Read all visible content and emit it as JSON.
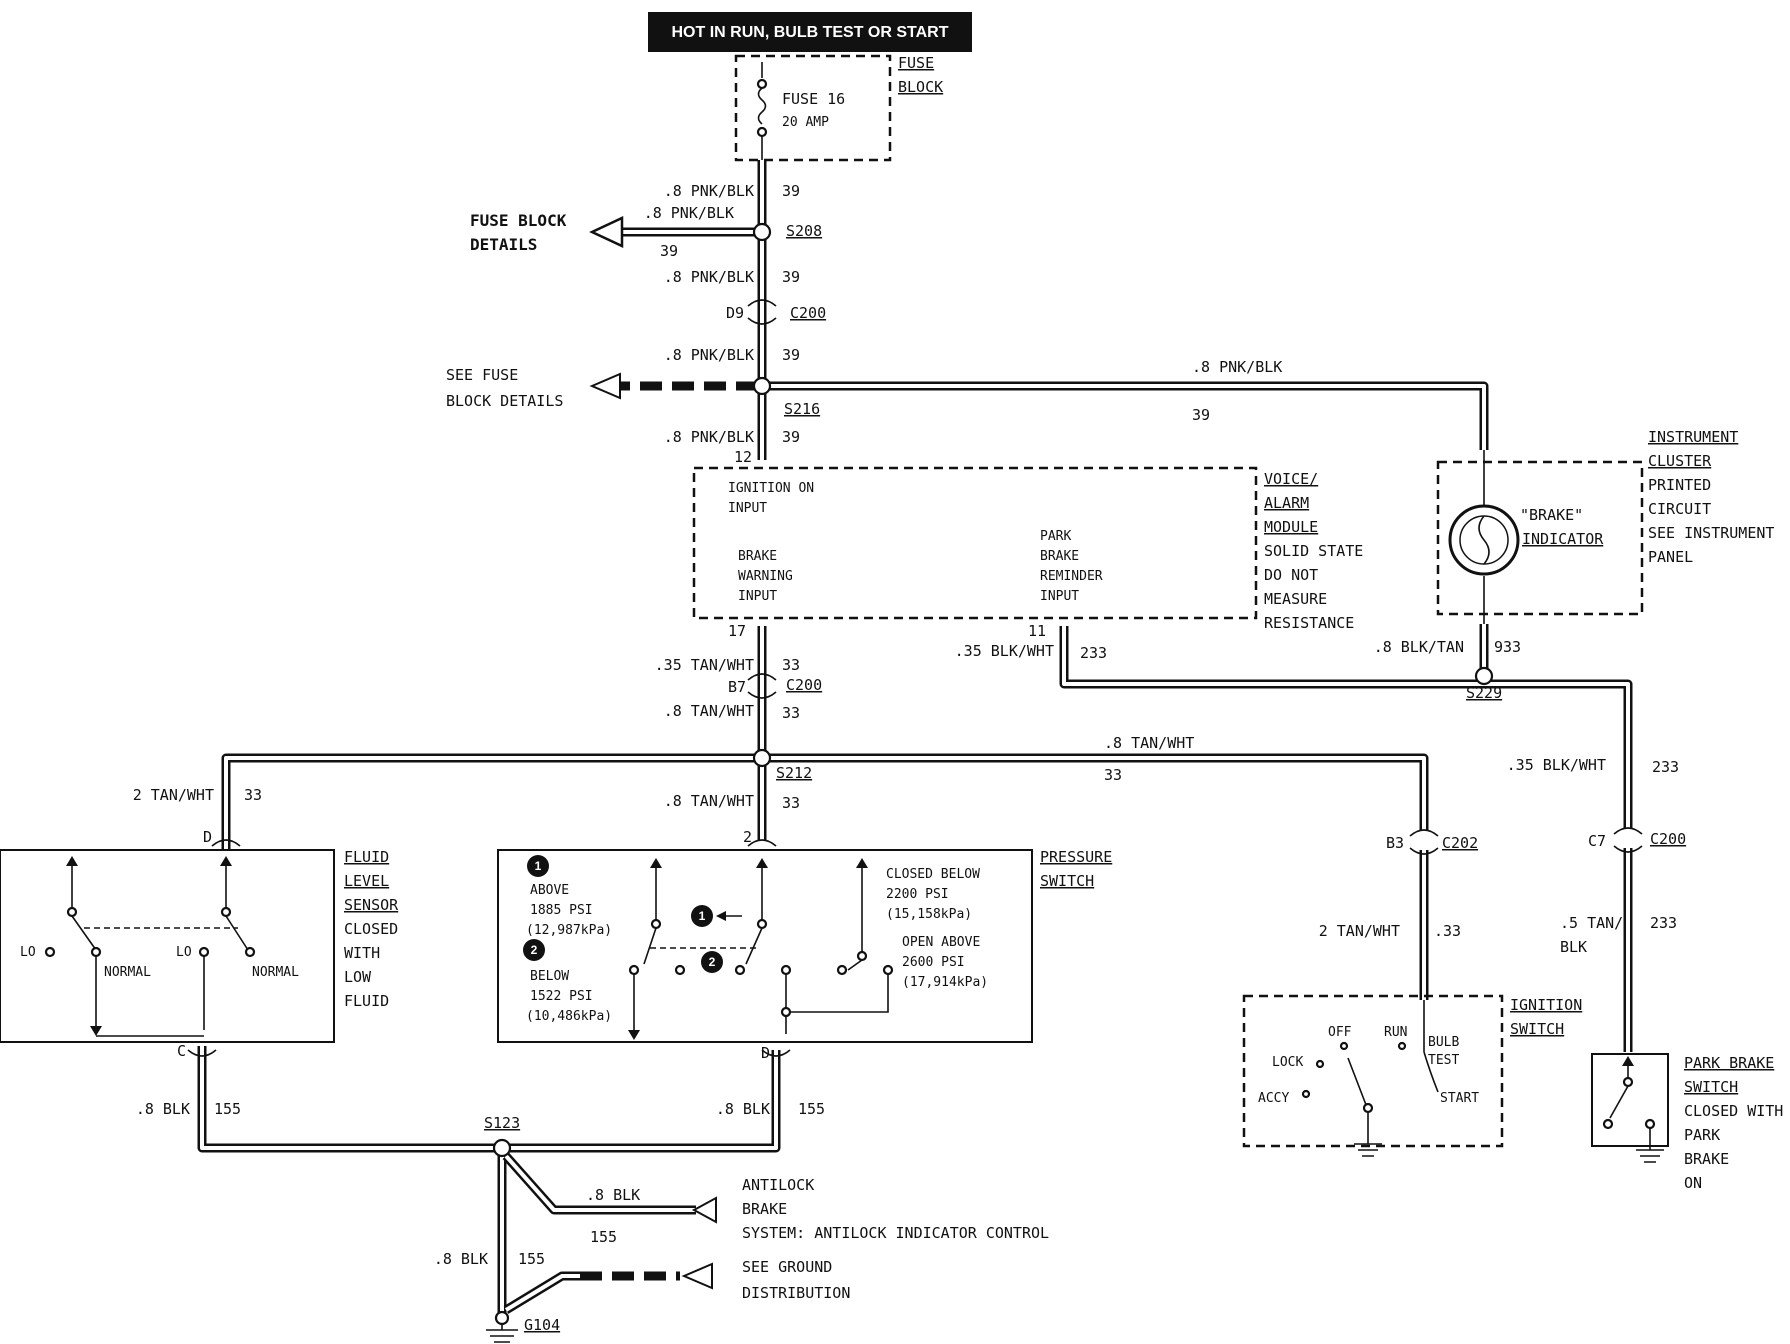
{
  "header": "HOT IN RUN, BULB TEST OR START",
  "fuse_block": {
    "title_1": "FUSE",
    "title_2": "BLOCK",
    "fuse_name": "FUSE 16",
    "fuse_rating": "20 AMP"
  },
  "wires": {
    "w1_color": ".8 PNK/BLK",
    "w1_ckt": "39",
    "w2_color": ".8 PNK/BLK",
    "w2_ckt": "39",
    "w3_color": ".8 PNK/BLK",
    "w3_ckt": "39",
    "w4_color": ".8 PNK/BLK",
    "w4_ckt": "39",
    "w5_color": ".8 PNK/BLK",
    "w5_ckt": "39",
    "w6_color": ".8 PNK/BLK",
    "w6_ckt": "39",
    "w7_color": ".35 TAN/WHT",
    "w7_ckt": "33",
    "w8_color": ".8 TAN/WHT",
    "w8_ckt": "33",
    "w9_color": ".8 TAN/WHT",
    "w9_ckt": "33",
    "w10_color": ".8 TAN/WHT",
    "w10_ckt": "33",
    "w11_color": "2 TAN/WHT",
    "w11_ckt": "33",
    "w12_color": ".35 BLK/WHT",
    "w12_ckt": "233",
    "w13_color": ".8 BLK/TAN",
    "w13_ckt": "933",
    "w14_color": ".35 BLK/WHT",
    "w14_ckt": "233",
    "w15_color_1": ".5 TAN/",
    "w15_color_2": "BLK",
    "w15_ckt": "233",
    "w16_color": "2 TAN/WHT",
    "w16_ckt": ".33",
    "w17_color": ".8 BLK",
    "w17_ckt": "155",
    "w18_color": ".8 BLK",
    "w18_ckt": "155",
    "w19_color": ".8 BLK",
    "w19_ckt": "155",
    "w20_color": ".8 BLK",
    "w20_ckt": "155"
  },
  "splices": {
    "s208": "S208",
    "s216": "S216",
    "s212": "S212",
    "s229": "S229",
    "s123": "S123"
  },
  "connectors": {
    "c200_a_pin": "D9",
    "c200_a": "C200",
    "c200_b_pin": "B7",
    "c200_b": "C200",
    "c200_c_pin": "C7",
    "c200_c": "C200",
    "c202_pin": "B3",
    "c202": "C202",
    "vam_pin_top": "12",
    "vam_pin_17": "17",
    "vam_pin_11": "11",
    "ps_pin_top": "2",
    "ps_pin_bot": "D",
    "fl_pin_top": "D",
    "fl_pin_bot": "C"
  },
  "refs": {
    "fuse_details_1": "FUSE BLOCK",
    "fuse_details_2": "DETAILS",
    "see_fuse_1": "SEE FUSE",
    "see_fuse_2": "BLOCK DETAILS",
    "abs_1": "ANTILOCK",
    "abs_2": "BRAKE",
    "abs_3": "SYSTEM: ANTILOCK INDICATOR CONTROL",
    "gnd_1": "SEE GROUND",
    "gnd_2": "DISTRIBUTION",
    "ground": "G104"
  },
  "voice_alarm": {
    "title_1": "VOICE/",
    "title_2": "ALARM",
    "title_3": "MODULE",
    "note_1": "SOLID STATE",
    "note_2": "DO NOT",
    "note_3": "MEASURE",
    "note_4": "RESISTANCE",
    "in1_a": "IGNITION ON",
    "in1_b": "INPUT",
    "in2_a": "BRAKE",
    "in2_b": "WARNING",
    "in2_c": "INPUT",
    "in3_a": "PARK",
    "in3_b": "BRAKE",
    "in3_c": "REMINDER",
    "in3_d": "INPUT"
  },
  "instrument_cluster": {
    "title_1": "INSTRUMENT",
    "title_2": "CLUSTER",
    "note_1": "PRINTED",
    "note_2": "CIRCUIT",
    "note_3": "SEE INSTRUMENT",
    "note_4": "PANEL",
    "ind_1": "\"BRAKE\"",
    "ind_2": "INDICATOR"
  },
  "fluid_level": {
    "title_1": "FLUID",
    "title_2": "LEVEL",
    "title_3": "SENSOR",
    "note_1": "CLOSED",
    "note_2": "WITH",
    "note_3": "LOW",
    "note_4": "FLUID",
    "lo_a": "LO",
    "normal_a": "NORMAL",
    "lo_b": "LO",
    "normal_b": "NORMAL"
  },
  "pressure_switch": {
    "title_1": "PRESSURE",
    "title_2": "SWITCH",
    "n1": "1",
    "n2": "2",
    "n1b": "1",
    "n2b": "2",
    "above_1": "ABOVE",
    "above_2": "1885 PSI",
    "above_3": "(12,987kPa)",
    "below_1": "BELOW",
    "below_2": "1522 PSI",
    "below_3": "(10,486kPa)",
    "closed_1": "CLOSED BELOW",
    "closed_2": "2200 PSI",
    "closed_3": "(15,158kPa)",
    "open_1": "OPEN ABOVE",
    "open_2": "2600 PSI",
    "open_3": "(17,914kPa)"
  },
  "ignition_switch": {
    "title_1": "IGNITION",
    "title_2": "SWITCH",
    "lock": "LOCK",
    "off": "OFF",
    "run": "RUN",
    "bulb_1": "BULB",
    "bulb_2": "TEST",
    "accy": "ACCY",
    "start": "START"
  },
  "park_brake": {
    "title_1": "PARK BRAKE",
    "title_2": "SWITCH",
    "note_1": "CLOSED WITH",
    "note_2": "PARK",
    "note_3": "BRAKE",
    "note_4": "ON"
  }
}
